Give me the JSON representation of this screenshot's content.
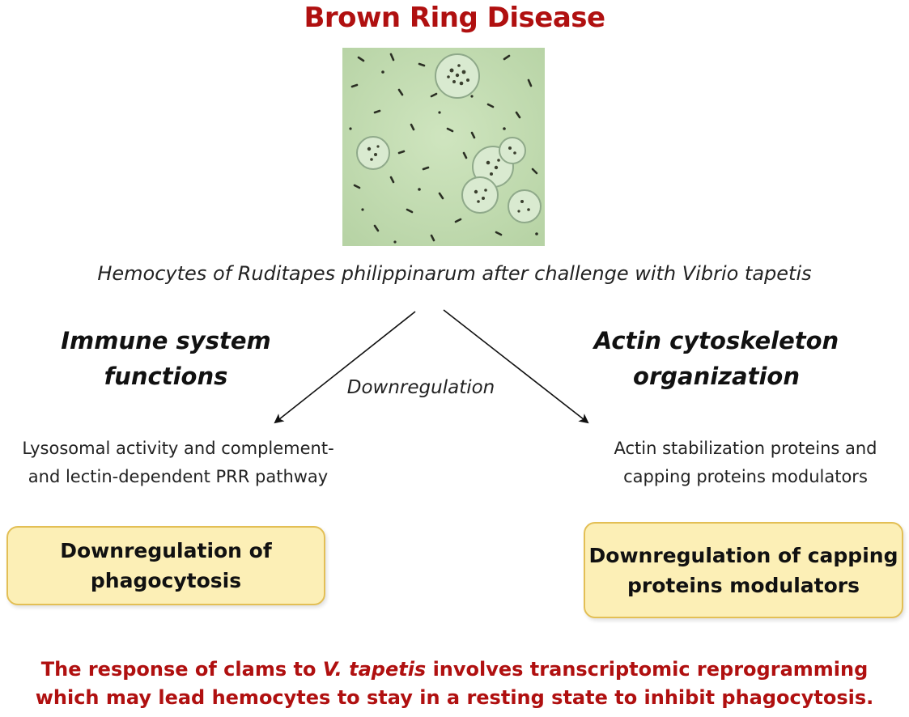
{
  "title": "Brown Ring Disease",
  "micrograph_caption": "Hemocytes of Ruditapes philippinarum after challenge with Vibrio tapetis",
  "arrow_label": "Downregulation",
  "left": {
    "heading_line1": "Immune system",
    "heading_line2": "functions",
    "sub_line1": "Lysosomal activity and complement-",
    "sub_line2": "and lectin-dependent PRR pathway",
    "box_line1": "Downregulation of",
    "box_line2": "phagocytosis"
  },
  "right": {
    "heading_line1": "Actin cytoskeleton",
    "heading_line2": "organization",
    "sub_line1": "Actin stabilization proteins and",
    "sub_line2": "capping proteins modulators",
    "box_line1": "Downregulation of capping",
    "box_line2": "proteins modulators"
  },
  "conclusion": {
    "line1_a": "The response of clams to ",
    "line1_italic": "V. tapetis",
    "line1_b": " involves transcriptomic reprogramming",
    "line2": "which may lead hemocytes to stay in a resting state to inhibit phagocytosis."
  },
  "colors": {
    "title": "#b01010",
    "box_fill": "#fcefb6",
    "box_border": "#e3bf55",
    "micrograph_bg": "#c4dcb2"
  }
}
